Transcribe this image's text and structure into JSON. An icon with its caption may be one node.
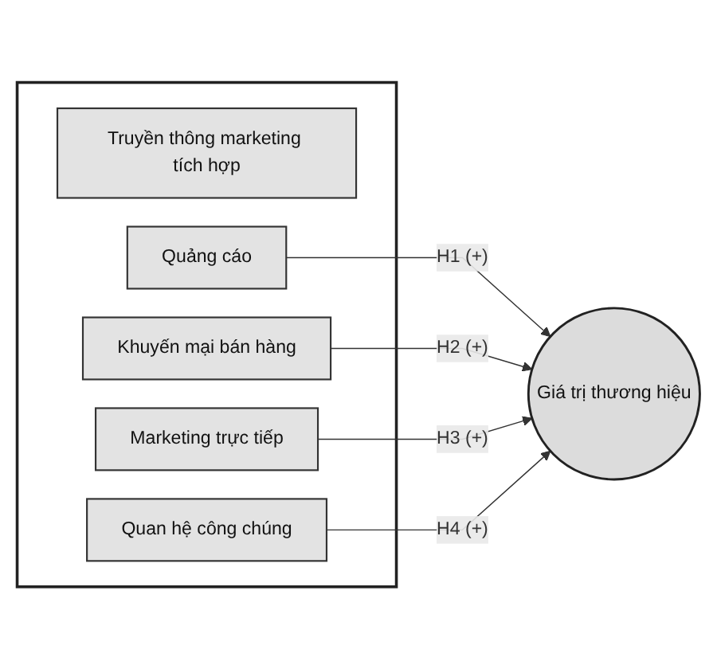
{
  "diagram": {
    "nodes": [
      {
        "text": [],
        "shape": "box"
      },
      {
        "text": [
          "Truyền thông marketing tích hợp"
        ],
        "in": 0
      },
      {
        "text": [
          "Quảng cáo"
        ],
        "in": 0
      },
      {
        "text": [
          "Khuyến mại bán hàng"
        ],
        "in": 0
      },
      {
        "text": [
          "Marketing trực tiếp"
        ],
        "in": 0
      },
      {
        "text": [
          "Quan hệ công chúng"
        ],
        "in": 0
      },
      {
        "text": [
          "Giá trị thương hiệu"
        ]
      }
    ],
    "edges": [
      {
        "from": 2,
        "to": 6,
        "arrow": "to",
        "label": "H1 (+)"
      },
      {
        "from": 3,
        "to": 6,
        "arrow": "to",
        "label": "H2 (+)"
      },
      {
        "from": 4,
        "to": 6,
        "arrow": "to",
        "label": "H3 (+)"
      },
      {
        "from": 5,
        "to": 6,
        "arrow": "to",
        "label": "H4 (+)"
      }
    ]
  }
}
